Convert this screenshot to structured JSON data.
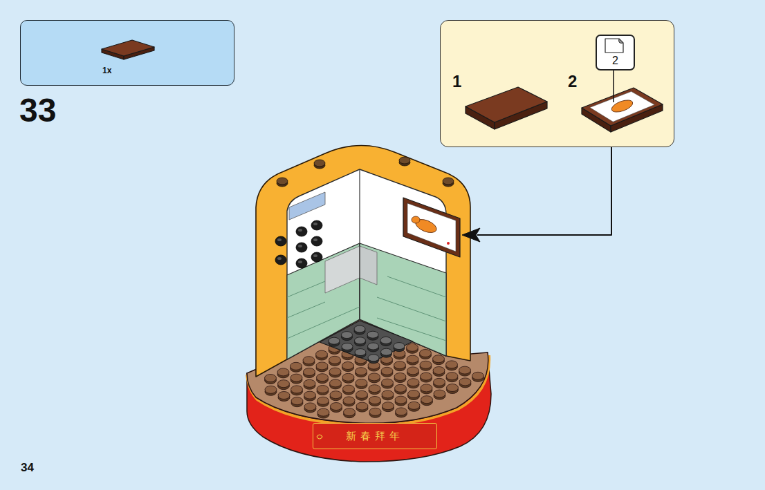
{
  "diagram": {
    "nodes": [
      {
        "text": [
          "1x"
        ]
      },
      {
        "text": [
          "1",
          "2"
        ]
      },
      {
        "text": [
          "2"
        ],
        "in": 1
      },
      {
        "text": [
          "新春拜年"
        ]
      }
    ],
    "labels": [
      "33",
      "34"
    ]
  }
}
